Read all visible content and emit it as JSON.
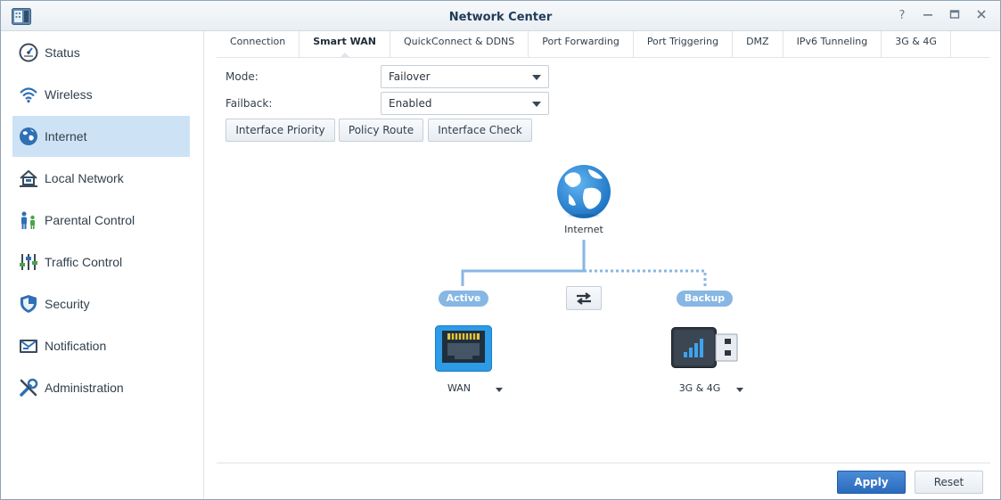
{
  "window": {
    "title": "Network Center",
    "controls": [
      "help-icon",
      "minimize-icon",
      "maximize-icon",
      "close-icon"
    ]
  },
  "sidebar": {
    "items": [
      {
        "label": "Status",
        "icon": "gauge-icon"
      },
      {
        "label": "Wireless",
        "icon": "wifi-icon"
      },
      {
        "label": "Internet",
        "icon": "globe-icon",
        "active": true
      },
      {
        "label": "Local Network",
        "icon": "house-icon"
      },
      {
        "label": "Parental Control",
        "icon": "family-icon"
      },
      {
        "label": "Traffic Control",
        "icon": "sliders-icon"
      },
      {
        "label": "Security",
        "icon": "shield-icon"
      },
      {
        "label": "Notification",
        "icon": "envelope-icon"
      },
      {
        "label": "Administration",
        "icon": "tools-icon"
      }
    ]
  },
  "tabs": [
    {
      "label": "Connection"
    },
    {
      "label": "Smart WAN",
      "active": true
    },
    {
      "label": "QuickConnect & DDNS"
    },
    {
      "label": "Port Forwarding"
    },
    {
      "label": "Port Triggering"
    },
    {
      "label": "DMZ"
    },
    {
      "label": "IPv6 Tunneling"
    },
    {
      "label": "3G & 4G"
    }
  ],
  "form": {
    "mode_label": "Mode:",
    "mode_value": "Failover",
    "failback_label": "Failback:",
    "failback_value": "Enabled"
  },
  "buttons": {
    "interface_priority": "Interface Priority",
    "policy_route": "Policy Route",
    "interface_check": "Interface Check"
  },
  "diagram": {
    "internet_label": "Internet",
    "active_label": "Active",
    "backup_label": "Backup",
    "wan_label": "WAN",
    "mobile_label": "3G & 4G",
    "colors": {
      "line": "#87b7e3",
      "pill": "#87b7e3"
    }
  },
  "footer": {
    "apply": "Apply",
    "reset": "Reset"
  },
  "colors": {
    "accent": "#2a6bbf",
    "sidebar_active": "#cde3f5"
  }
}
